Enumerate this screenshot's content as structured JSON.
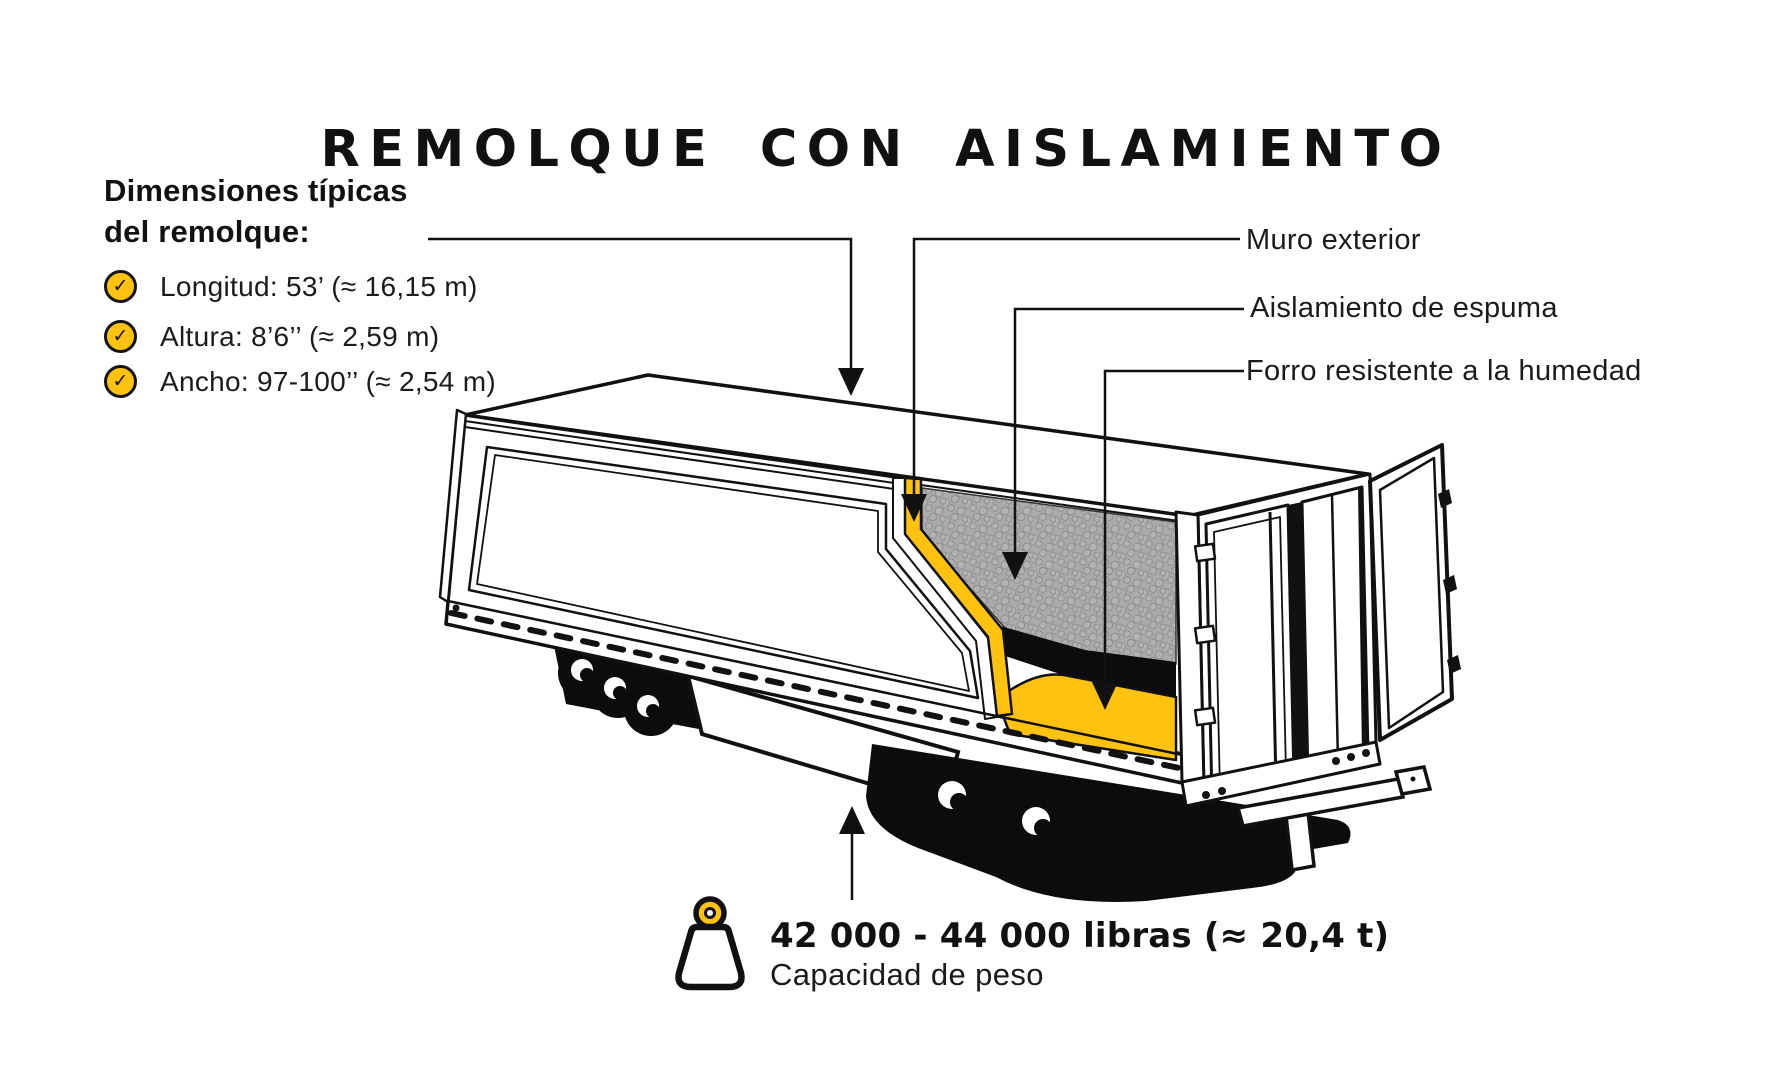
{
  "title": "REMOLQUE CON AISLAMIENTO",
  "dimensions": {
    "heading_line1": "Dimensiones típicas",
    "heading_line2": "del remolque:",
    "items": [
      {
        "icon": "check-icon",
        "check": "✓",
        "text": "Longitud: 53’ (≈ 16,15 m)"
      },
      {
        "icon": "check-icon",
        "check": "✓",
        "text": "Altura: 8’6’’ (≈ 2,59 m)"
      },
      {
        "icon": "check-icon",
        "check": "✓",
        "text": "Ancho: 97-100’’ (≈ 2,54 m)"
      }
    ]
  },
  "labels": {
    "exterior_wall": "Muro exterior",
    "foam_insulation": "Aislamiento de espuma",
    "moisture_liner": "Forro resistente a la humedad"
  },
  "capacity": {
    "icon": "weight-icon",
    "value": "42 000 - 44 000 libras (≈ 20,4 t)",
    "label": "Capacidad de peso"
  },
  "colors": {
    "accent_yellow": "#FFC20E",
    "foam_gray": "#ABABAB",
    "ink": "#111111"
  }
}
